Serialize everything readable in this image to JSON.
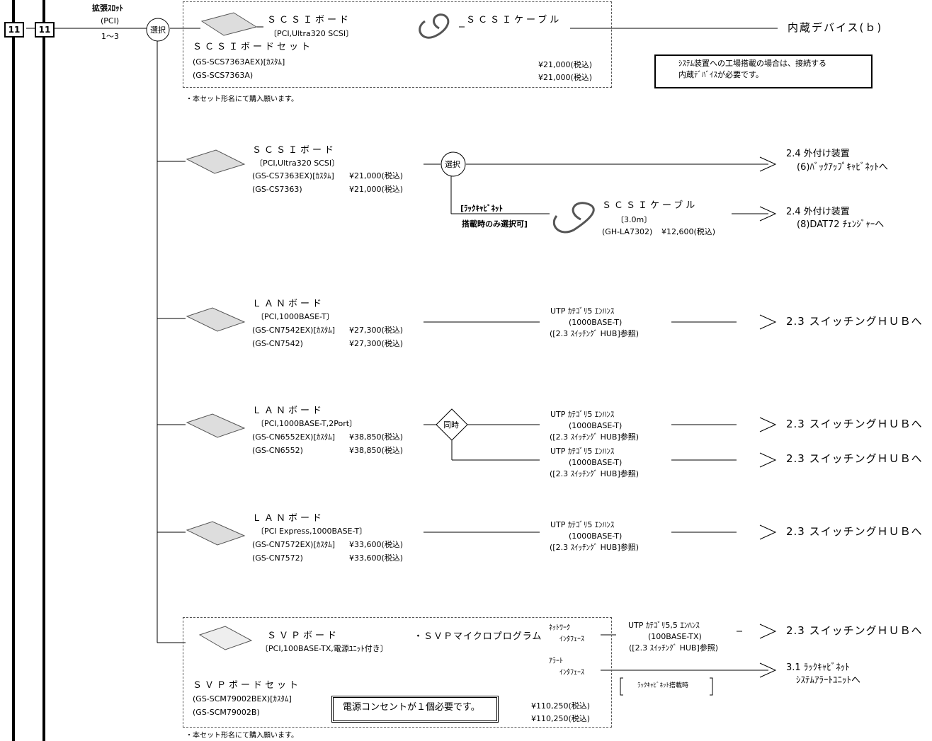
{
  "bus": {
    "label1": "11",
    "label2": "11",
    "slot_title": "拡張ｽﾛｯﾄ",
    "slot_pci": "(PCI)",
    "slot_range": "1～3",
    "select": "選択"
  },
  "scsi_set": {
    "board_name": "ＳＣＳＩボード",
    "board_spec": "〔PCI,Ultra320 SCSI〕",
    "cable_name": "ＳＣＳＩケーブル",
    "set_name": "ＳＣＳＩボードセット",
    "model1": "(GS-SCS7363AEX)[ｶｽﾀﾑ]",
    "model2": "(GS-SCS7363A)",
    "price1": "¥21,000(税込)",
    "price2": "¥21,000(税込)",
    "target": "内蔵デバイス(ｂ)",
    "note_line1": "ｼｽﾃﾑ装置への工場搭載の場合は、接続する",
    "note_line2": "内蔵ﾃﾞﾊﾞｲｽが必要です。",
    "footnote": "・本セット形名にて購入願います。"
  },
  "scsi_board": {
    "name": "ＳＣＳＩボード",
    "spec": "〔PCI,Ultra320 SCSI〕",
    "model1": "(GS-CS7363EX)[ｶｽﾀﾑ]",
    "price1": "¥21,000(税込)",
    "model2": "(GS-CS7363)",
    "price2": "¥21,000(税込)",
    "select": "選択",
    "target1_line1": "2.4 外付け装置",
    "target1_line2": "(6)ﾊﾞｯｸｱｯﾌﾟｷｬﾋﾞﾈｯﾄへ",
    "rack_line1": "[ﾗｯｸｷｬﾋﾞﾈｯﾄ",
    "rack_line2": "搭載時のみ選択可]",
    "cable_name": "ＳＣＳＩケーブル",
    "cable_spec": "〔3.0m〕",
    "cable_model": "(GH-LA7302)",
    "cable_price": "¥12,600(税込)",
    "target2_line1": "2.4 外付け装置",
    "target2_line2": "(8)DAT72 ﾁｪﾝｼﾞｬｰへ"
  },
  "lan1": {
    "name": "ＬＡＮボード",
    "spec": "〔PCI,1000BASE-T〕",
    "model1": "(GS-CN7542EX)[ｶｽﾀﾑ]",
    "price1": "¥27,300(税込)",
    "model2": "(GS-CN7542)",
    "price2": "¥27,300(税込)",
    "cable_line1": "UTP ｶﾃｺﾞﾘ5 ｴﾝﾊﾝｽ",
    "cable_line2": "(1000BASE-T)",
    "cable_line3": "([2.3 ｽｲｯﾁﾝｸﾞ HUB]参照)",
    "target": "2.3 スイッチングＨＵＢへ"
  },
  "lan2": {
    "name": "ＬＡＮボード",
    "spec": "〔PCI,1000BASE-T,2Port〕",
    "model1": "(GS-CN6552EX)[ｶｽﾀﾑ]",
    "price1": "¥38,850(税込)",
    "model2": "(GS-CN6552)",
    "price2": "¥38,850(税込)",
    "simul": "同時",
    "cable_a_line1": "UTP ｶﾃｺﾞﾘ5 ｴﾝﾊﾝｽ",
    "cable_a_line2": "(1000BASE-T)",
    "cable_a_line3": "([2.3 ｽｲｯﾁﾝｸﾞ HUB]参照)",
    "cable_b_line1": "UTP ｶﾃｺﾞﾘ5 ｴﾝﾊﾝｽ",
    "cable_b_line2": "(1000BASE-T)",
    "cable_b_line3": "([2.3 ｽｲｯﾁﾝｸﾞ HUB]参照)",
    "target_a": "2.3 スイッチングＨＵＢへ",
    "target_b": "2.3 スイッチングＨＵＢへ"
  },
  "lan3": {
    "name": "ＬＡＮボード",
    "spec": "〔PCI Express,1000BASE-T〕",
    "model1": "(GS-CN7572EX)[ｶｽﾀﾑ]",
    "price1": "¥33,600(税込)",
    "model2": "(GS-CN7572)",
    "price2": "¥33,600(税込)",
    "cable_line1": "UTP ｶﾃｺﾞﾘ5 ｴﾝﾊﾝｽ",
    "cable_line2": "(1000BASE-T)",
    "cable_line3": "([2.3 ｽｲｯﾁﾝｸﾞ HUB]参照)",
    "target": "2.3 スイッチングＨＵＢへ"
  },
  "svp": {
    "name": "ＳＶＰボード",
    "spec": "〔PCI,100BASE-TX,電源ﾕﾆｯﾄ付き〕",
    "micro": "・ＳＶＰマイクロプログラム",
    "set_name": "ＳＶＰボードセット",
    "model1": "(GS-SCM79002BEX)[ｶｽﾀﾑ]",
    "model2": "(GS-SCM79002B)",
    "price1": "¥110,250(税込)",
    "price2": "¥110,250(税込)",
    "outlet": "電源コンセントが１個必要です。",
    "net_line1": "ﾈｯﾄﾜｰｸ",
    "net_line2": "ｲﾝﾀﾌｪｰｽ",
    "alert_line1": "ｱﾗｰﾄ",
    "alert_line2": "ｲﾝﾀﾌｪｰｽ",
    "cable_line1": "UTP ｶﾃｺﾞﾘ5,5 ｴﾝﾊﾝｽ",
    "cable_line2": "(100BASE-TX)",
    "cable_line3": "([2.3 ｽｲｯﾁﾝｸﾞ HUB]参照)",
    "target1": "2.3 スイッチングＨＵＢへ",
    "rack_note": "ﾗｯｸｷｬﾋﾞﾈｯﾄ搭載時",
    "target2_line1": "3.1 ﾗｯｸｷｬﾋﾞﾈｯﾄ",
    "target2_line2": "ｼｽﾃﾑｱﾗｰﾄﾕﾆｯﾄへ",
    "footnote": "・本セット形名にて購入願います。"
  }
}
